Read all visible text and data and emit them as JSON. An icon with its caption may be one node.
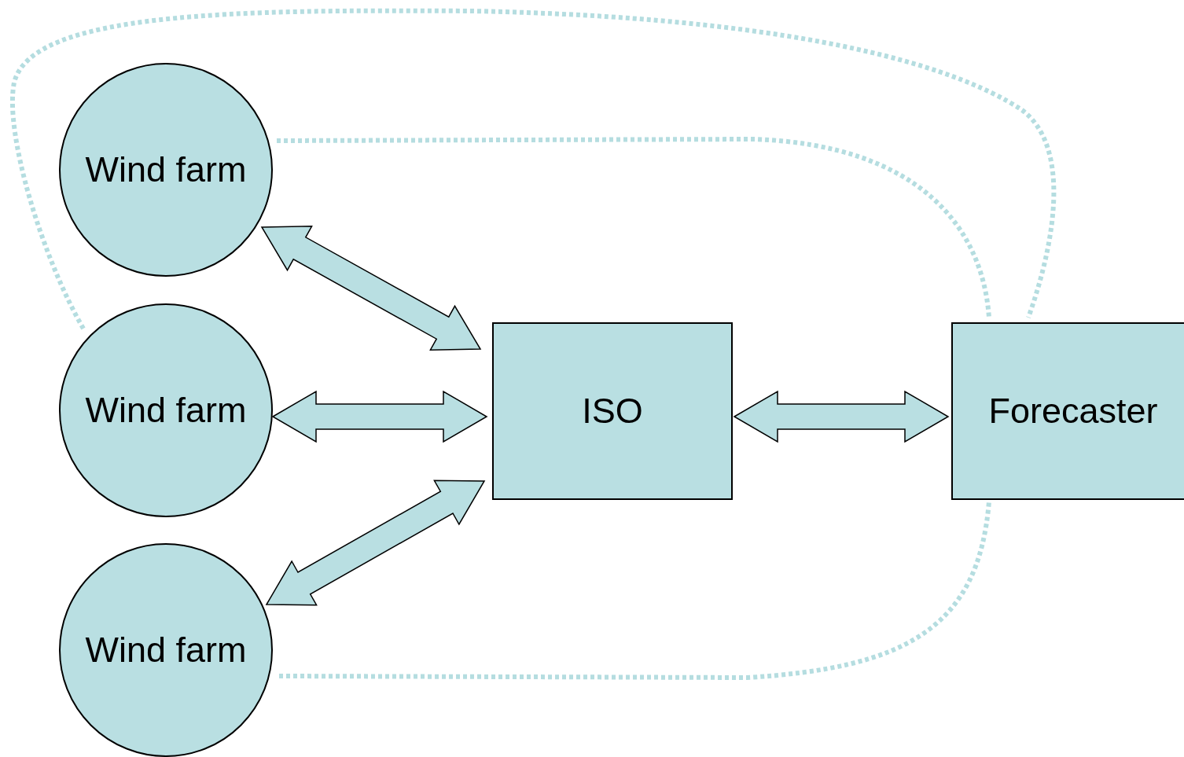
{
  "diagram": {
    "nodes": [
      {
        "text": [
          "Wind farm"
        ]
      },
      {
        "text": [
          "Wind farm"
        ]
      },
      {
        "text": [
          "Wind farm"
        ]
      },
      {
        "text": [
          "ISO"
        ]
      },
      {
        "text": [
          "Forecaster"
        ]
      }
    ],
    "edges": [
      {
        "from": 0,
        "to": 3,
        "arrow": "both"
      },
      {
        "from": 1,
        "to": 3,
        "arrow": "both"
      },
      {
        "from": 2,
        "to": 3,
        "arrow": "both"
      },
      {
        "from": 3,
        "to": 4,
        "arrow": "both"
      },
      {
        "from": 0,
        "to": 4,
        "arrow": "none",
        "style": "dashed",
        "color": "#b5dde0"
      },
      {
        "from": 1,
        "to": 4,
        "arrow": "none",
        "style": "dashed",
        "color": "#b5dde0"
      },
      {
        "from": 2,
        "to": 4,
        "arrow": "none",
        "style": "dashed",
        "color": "#b5dde0"
      }
    ]
  }
}
